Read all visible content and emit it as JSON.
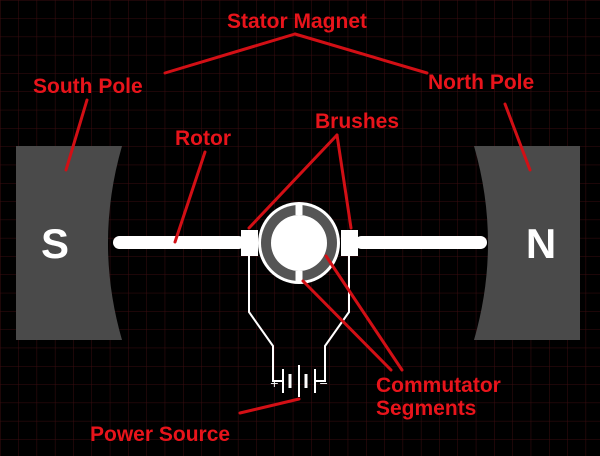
{
  "labels": {
    "stator_magnet": "Stator Magnet",
    "south_pole": "South Pole",
    "north_pole": "North Pole",
    "rotor": "Rotor",
    "brushes": "Brushes",
    "commutator_line1": "Commutator",
    "commutator_line2": "Segments",
    "power_source": "Power Source"
  },
  "poles": {
    "south": "S",
    "north": "N"
  },
  "battery": {
    "plus": "+",
    "minus": "−"
  },
  "colors": {
    "background": "#000000",
    "grid": "#3a0d10",
    "label": "#e8141b",
    "magnet": "#4a4a4a",
    "part": "#ffffff"
  }
}
